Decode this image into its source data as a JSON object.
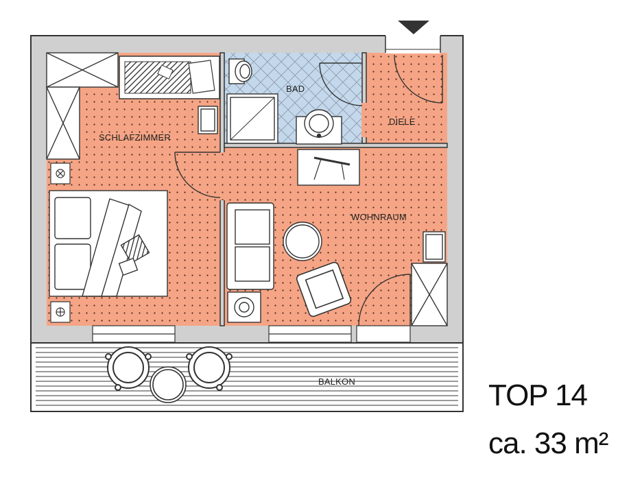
{
  "plan": {
    "rooms": {
      "bad": "BAD",
      "diele": "DIELE",
      "schlafzimmer": "SCHLAFZIMMER",
      "wohnraum": "WOHNRAUM",
      "balkon": "BALKON"
    },
    "colors": {
      "floor": "#f5a585",
      "floor_dot": "#4a2a22",
      "bath": "#c4d8ec",
      "wall": "#d0d0d0",
      "line": "#333333"
    }
  },
  "info": {
    "title": "TOP 14",
    "area": "ca. 33 m²"
  }
}
